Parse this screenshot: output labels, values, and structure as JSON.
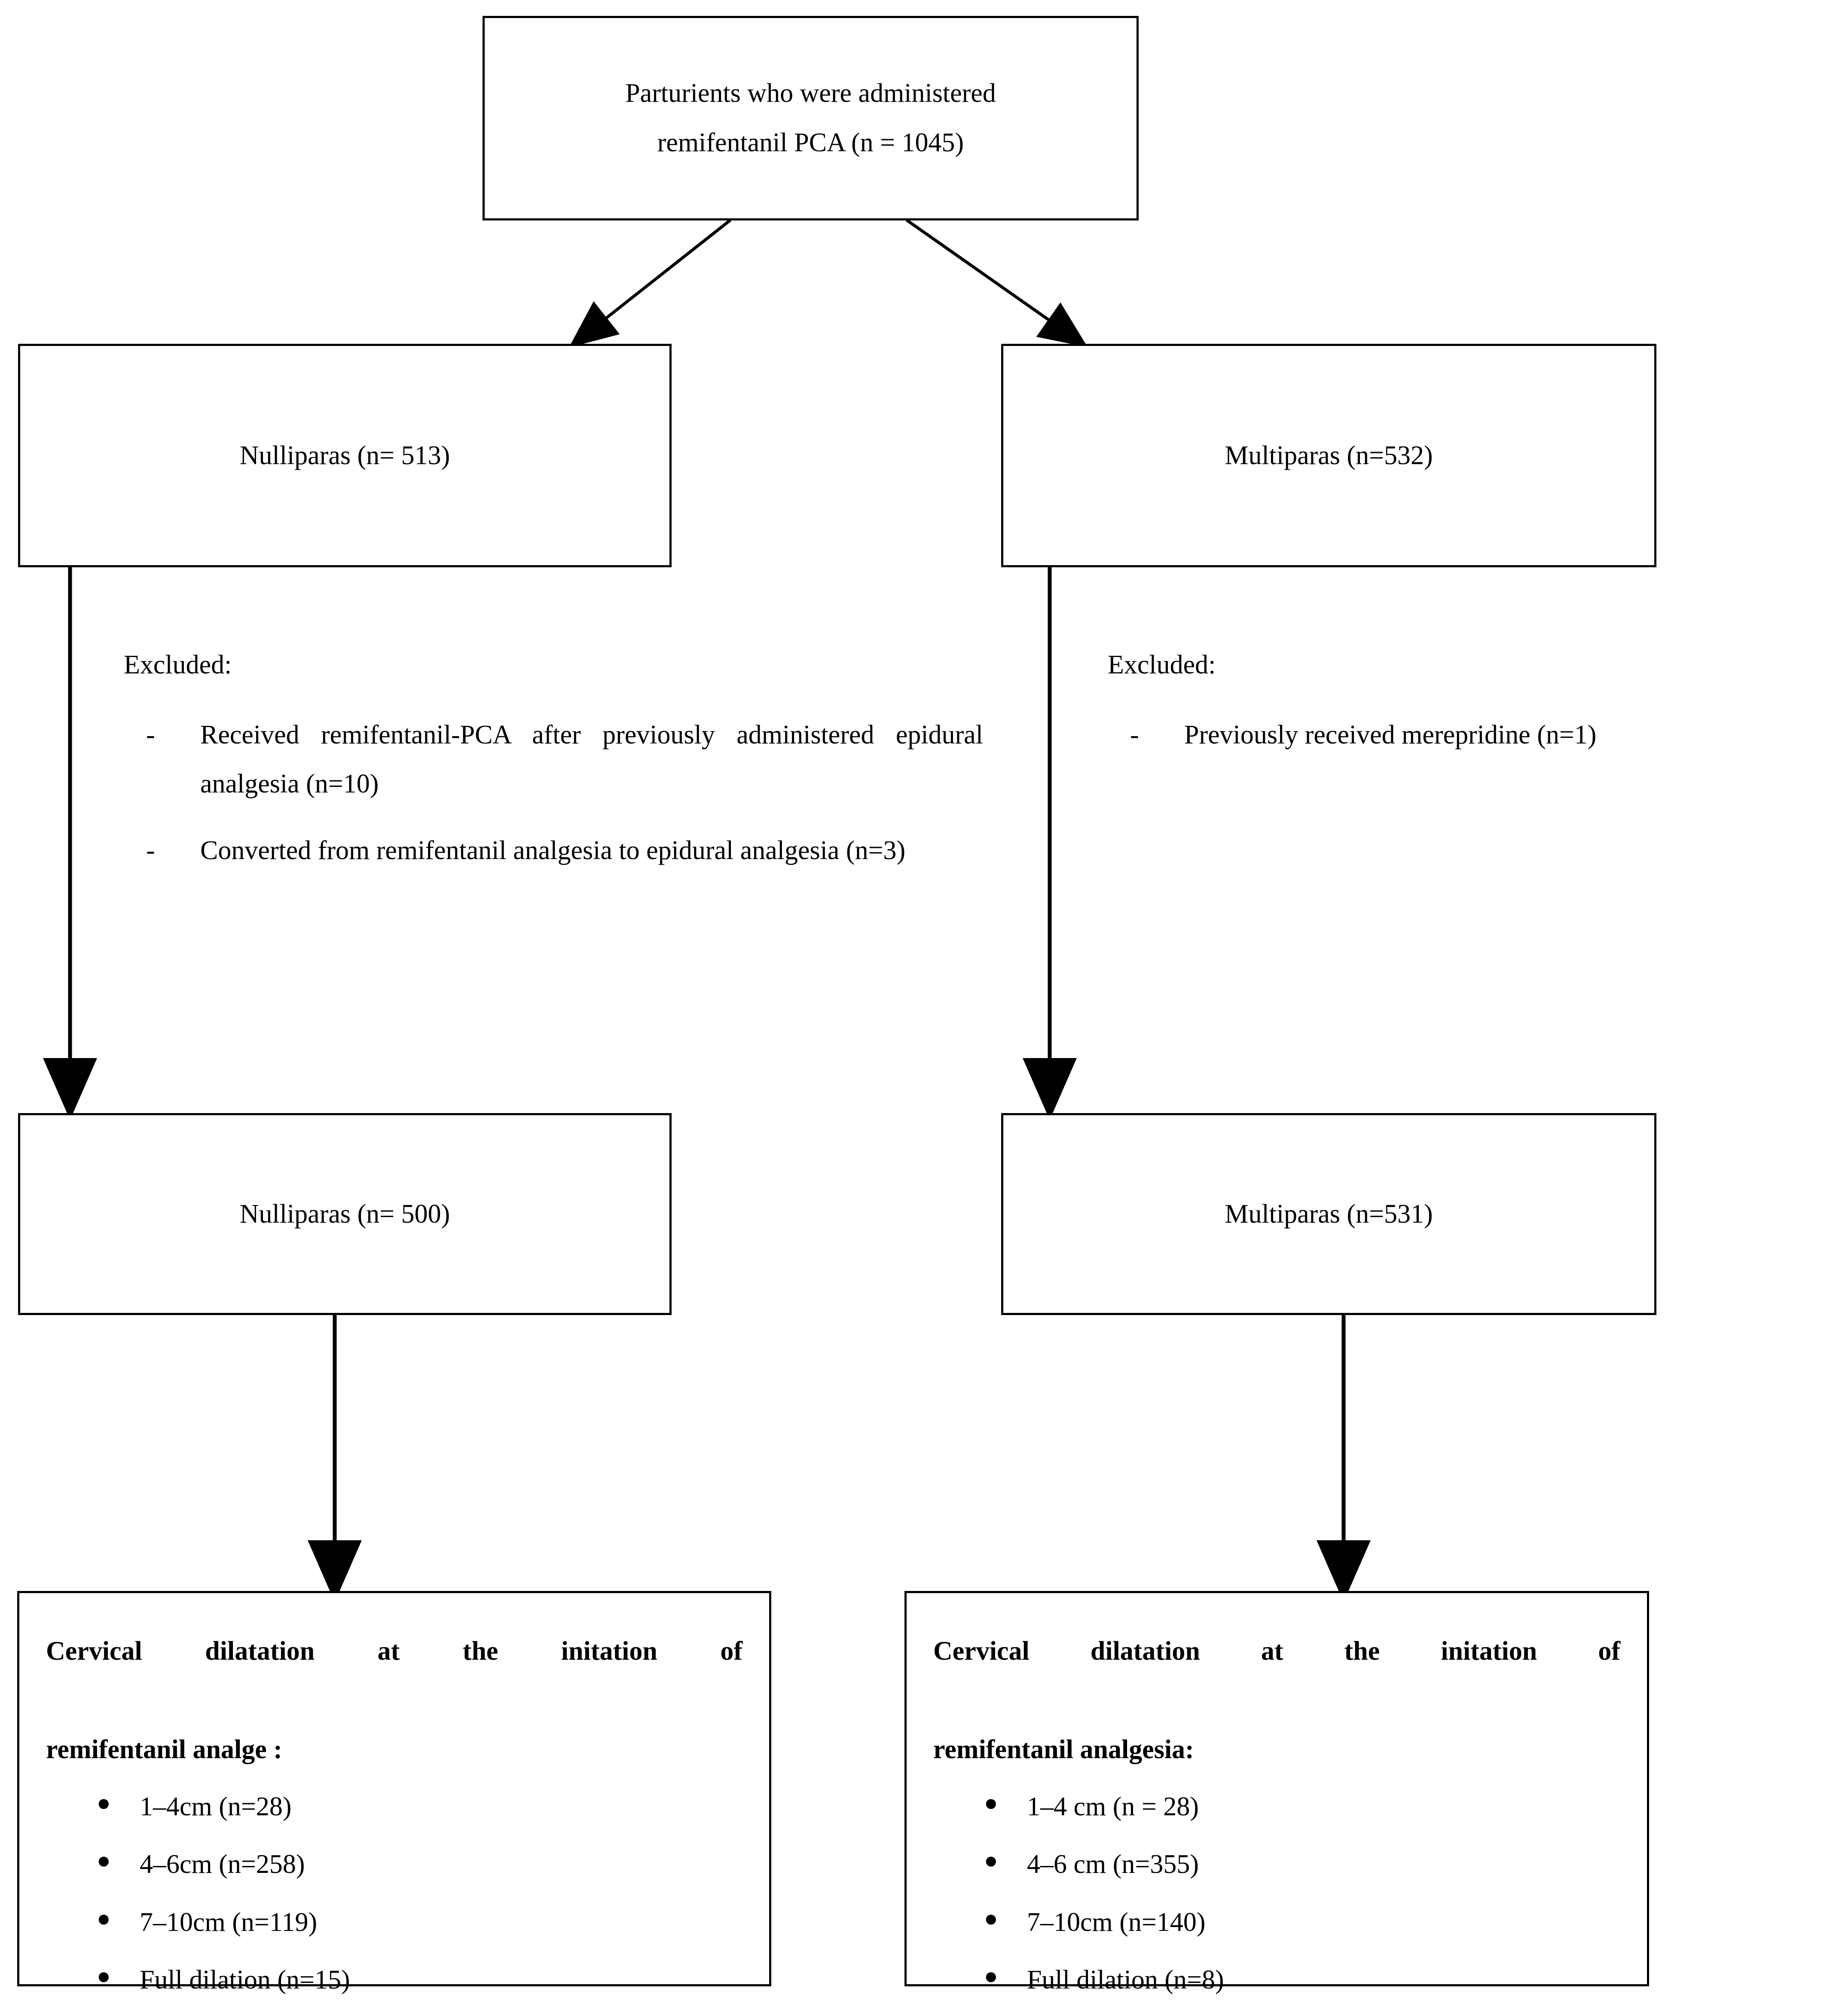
{
  "figure": {
    "type": "patient-flow-diagram",
    "accent_color": "#000000",
    "background_color": "#ffffff"
  },
  "nodes": {
    "top": {
      "line1": "Parturients who were administered",
      "line2": "remifentanil PCA (n = 1045)"
    },
    "nulliparas_initial": {
      "label": "Nulliparas (n= 513)"
    },
    "multiparas_initial": {
      "label": "Multiparas (n=532)"
    },
    "nulliparas_final": {
      "label": "Nulliparas (n= 500)"
    },
    "multiparas_final": {
      "label": "Multiparas (n=531)"
    }
  },
  "exclusions": {
    "left": {
      "title": "Excluded:",
      "dash": "-",
      "items": [
        "Received remifentanil-PCA after previously administered epidural analgesia (n=10)",
        "Converted from remifentanil analgesia to epidural analgesia (n=3)"
      ]
    },
    "right": {
      "title": "Excluded:",
      "dash": "-",
      "items": [
        "Previously received merepridine (n=1)"
      ]
    }
  },
  "outcomes": {
    "left": {
      "heading_line1": "Cervical dilatation at the initation of",
      "heading_line2": "remifentanil analge :",
      "bullet": "●",
      "items": [
        "1–4cm (n=28)",
        "4–6cm (n=258)",
        "7–10cm (n=119)",
        "Full dilation (n=15)"
      ]
    },
    "right": {
      "heading_line1": "Cervical dilatation at the initation of",
      "heading_line2": "remifentanil analgesia:",
      "bullet": "●",
      "items": [
        "1–4 cm (n = 28)",
        "4–6 cm (n=355)",
        "7–10cm (n=140)",
        "Full dilation (n=8)"
      ]
    }
  }
}
